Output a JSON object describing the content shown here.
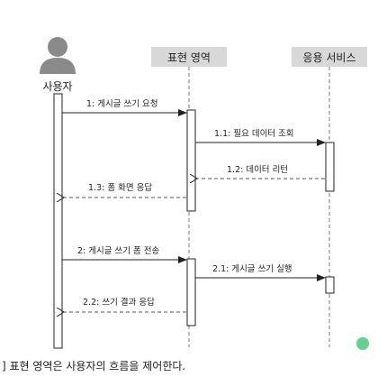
{
  "actors": {
    "user": "사용자",
    "presentation": "표현 영역",
    "service": "응용 서비스"
  },
  "messages": {
    "m1": "1: 게시글 쓰기 요청",
    "m11": "1.1: 필요 데이터 조회",
    "m12": "1.2: 데이터 리턴",
    "m13": "1.3: 폼 화면 응답",
    "m2": "2: 게시글 쓰기 폼 전송",
    "m21": "2.1: 게시글 쓰기 실행",
    "m22": "2.2: 쓰기 결과 응답"
  },
  "caption": "] 표현 영역은 사용자의 흐름을 제어한다.",
  "colors": {
    "header_fill": "#d8d8d8",
    "user_icon": "#8a8a8a",
    "dot": "#63d08d"
  }
}
